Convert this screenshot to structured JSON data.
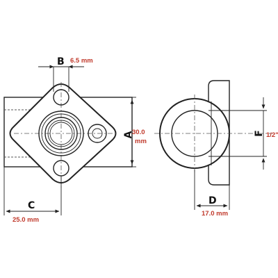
{
  "dimensions": {
    "a": {
      "letter": "A",
      "value_line1": "30.0",
      "value_line2": "mm"
    },
    "b": {
      "letter": "B",
      "value": "6.5 mm"
    },
    "c": {
      "letter": "C",
      "value": "25.0 mm"
    },
    "d": {
      "letter": "D",
      "value": "17.0 mm"
    },
    "f": {
      "letter": "F",
      "value": "1/2\""
    }
  },
  "colors": {
    "line": "#222222",
    "value_text": "#c0392b"
  }
}
